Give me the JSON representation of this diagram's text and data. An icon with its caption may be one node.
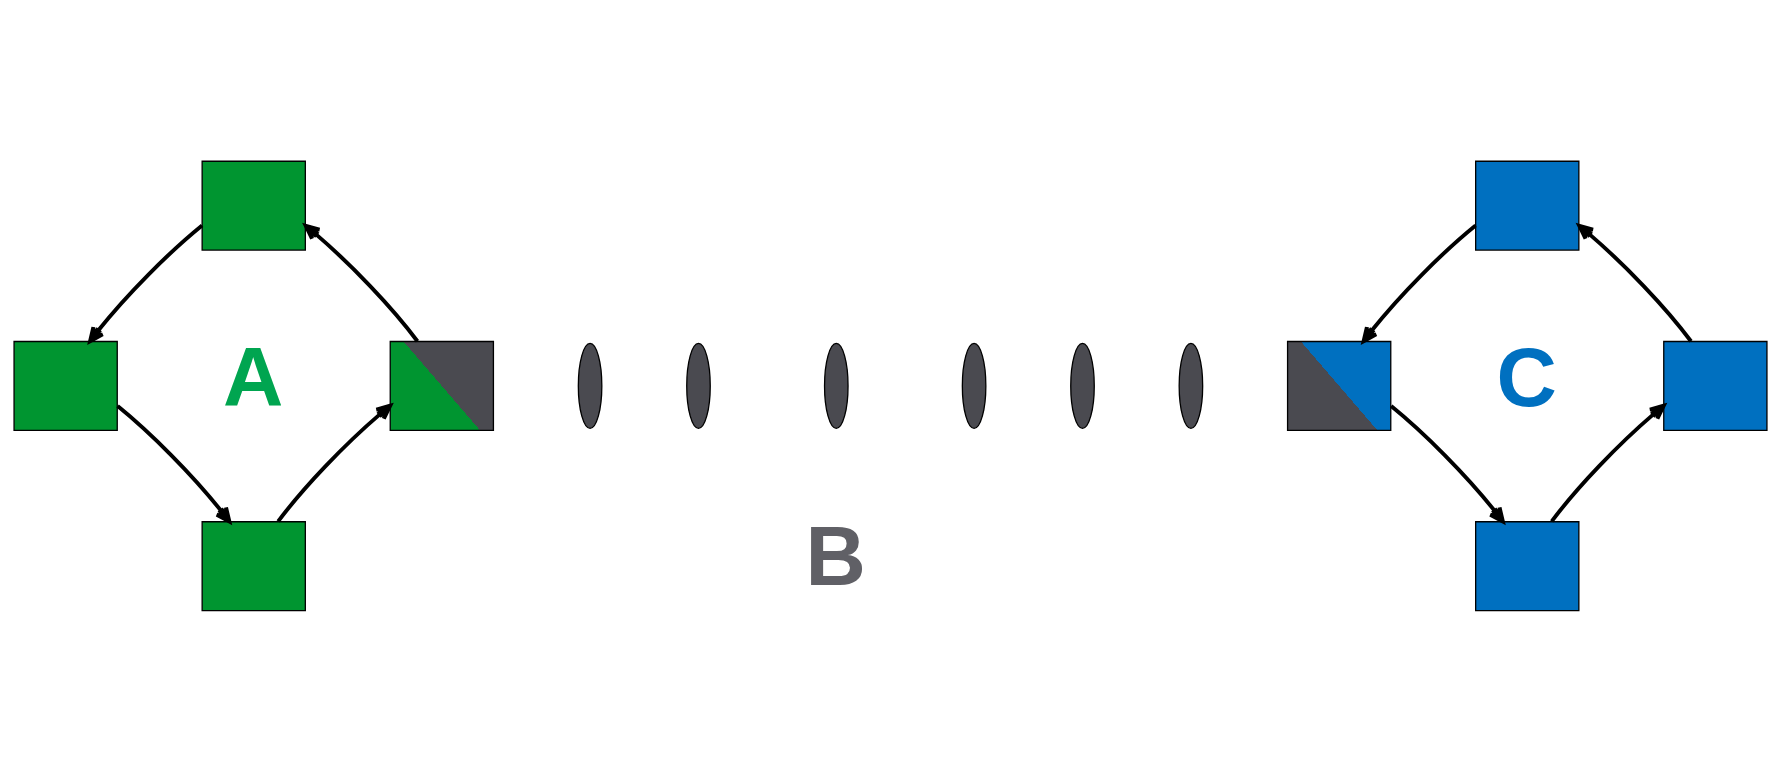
{
  "diagram": {
    "nodes": [
      {
        "text": [],
        "shape": "box"
      },
      {
        "text": [],
        "shape": "box"
      },
      {
        "text": [],
        "shape": "box"
      },
      {
        "text": [],
        "shape": "box"
      },
      {
        "text": [],
        "shape": "box"
      },
      {
        "text": [],
        "shape": "box"
      },
      {
        "text": [],
        "shape": "box"
      },
      {
        "text": [],
        "shape": "box"
      }
    ],
    "edges": [
      {
        "from": 0,
        "to": 1,
        "arrow": "to"
      },
      {
        "from": 1,
        "to": 3,
        "arrow": "to"
      },
      {
        "from": 3,
        "to": 2,
        "arrow": "to"
      },
      {
        "from": 2,
        "to": 0,
        "arrow": "to"
      },
      {
        "from": 4,
        "to": 5,
        "arrow": "to"
      },
      {
        "from": 5,
        "to": 7,
        "arrow": "to"
      },
      {
        "from": 7,
        "to": 6,
        "arrow": "to"
      },
      {
        "from": 6,
        "to": 4,
        "arrow": "to"
      }
    ],
    "labels": [
      "A",
      "B",
      "C"
    ]
  }
}
